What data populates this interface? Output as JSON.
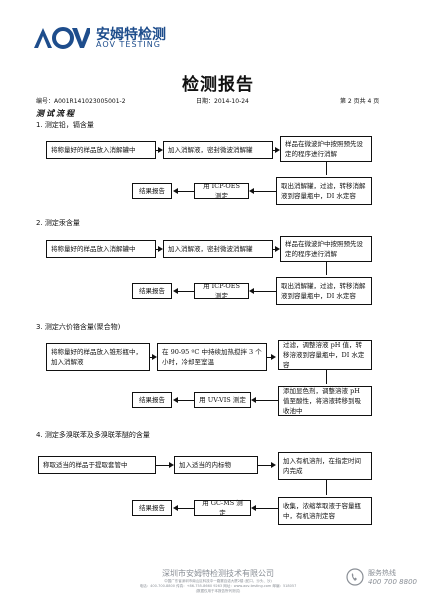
{
  "header": {
    "logo_text": "AOV",
    "company_cn": "安姆特检测",
    "company_en": "AOV TESTING",
    "registered": "®"
  },
  "title": "检测报告",
  "meta": {
    "number": "编号：A001R141023005001-2",
    "date": "日期：2014-10-24",
    "page": "第 2 页共 4 页"
  },
  "section_heading": "测试流程",
  "sections": [
    {
      "label": "1. 测定铅，镉含量",
      "steps": [
        "将称量好的样品放入消解罐中",
        "加入消解液，密封微波消解罐",
        "样品在微波炉中按照预先设定的程序进行消解",
        "取出消解罐，过滤，转移消解液到容量瓶中，DI 水定容",
        "用 ICP-OES 测定",
        "结果报告"
      ]
    },
    {
      "label": "2. 测定汞含量",
      "steps": [
        "将称量好的样品放入消解罐中",
        "加入消解液，密封微波消解罐",
        "样品在微波炉中按照预先设定的程序进行消解",
        "取出消解罐，过滤，转移消解液到容量瓶中，DI 水定容",
        "用 ICP-OES 测定",
        "结果报告"
      ]
    },
    {
      "label": "3. 测定六价铬含量(聚合物)",
      "steps": [
        "将称量好的样品放入锥形瓶中，加入消解液",
        "在 90-95 ºC 中持续加热搅拌 3 个小时，冷却至室温",
        "过滤，调整溶液 pH 值，转移溶液到容量瓶中，DI 水定容",
        "添加显色剂，调整溶液 pH 值至酸性，将溶液转移到吸收池中",
        "用 UV-VIS 测定",
        "结果报告"
      ]
    },
    {
      "label": "4. 测定多溴联苯及多溴联苯醚的含量",
      "steps": [
        "称取适当的样品于提取套管中",
        "加入适当的内标物",
        "加入有机溶剂，在指定时间内完成",
        "收集，浓缩萃取液于容量瓶中，有机溶剂定容",
        "用 GC-MS 测定",
        "结果报告"
      ]
    }
  ],
  "footer": {
    "company": "深圳市安姆特检测技术有限公司",
    "address": "中国广东省深圳市南山区科技中一路赛百诺大厦2楼 (蛇口、沙头、沙)",
    "contact": "电话：400-700-8800 传真：+86-755-8660 9263   网址：www.aov-testing.com   邮编：518057",
    "note": "(数据仅用于本报告所列测试)",
    "hotline_label": "服务热线",
    "hotline_number": "400 700 8800"
  },
  "colors": {
    "brand_blue": "#1e4d8c",
    "gray": "#8a8f96"
  }
}
